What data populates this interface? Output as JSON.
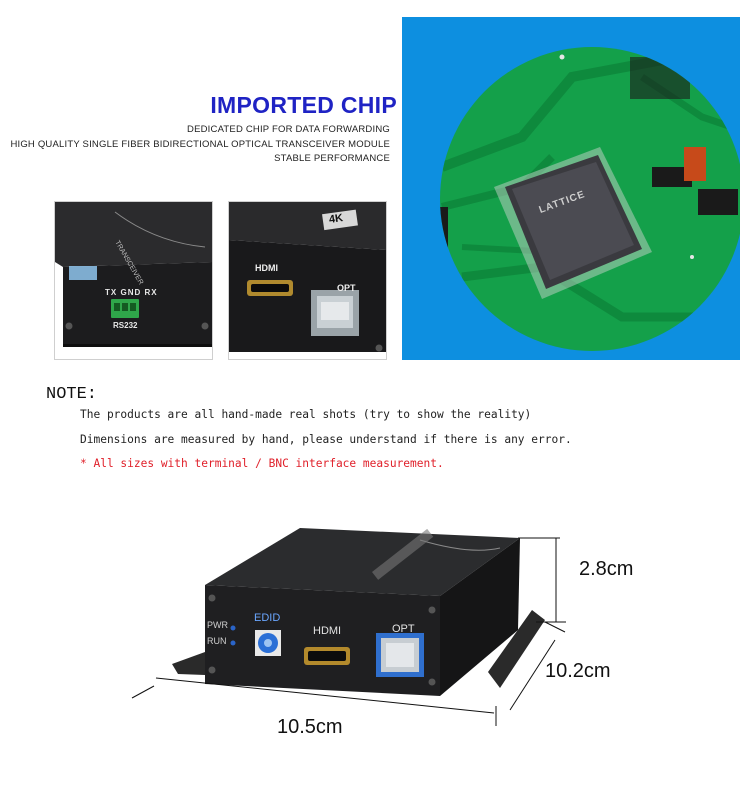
{
  "header": {
    "title": "IMPORTED CHIP",
    "lines": [
      "DEDICATED CHIP FOR DATA FORWARDING",
      "HIGH QUALITY SINGLE FIBER BIDIRECTIONAL OPTICAL TRANSCEIVER MODULE",
      "STABLE PERFORMANCE"
    ]
  },
  "photo_left": {
    "pins": [
      "TX",
      "GND",
      "RX"
    ],
    "port_label": "RS232"
  },
  "photo_mid": {
    "hdmi_label": "HDMI",
    "opt_label": "OPT",
    "badge": "4K"
  },
  "chip_photo": {
    "brand": "LATTICE"
  },
  "note": {
    "heading": "NOTE:",
    "lines": [
      "The products are all hand-made real shots (try to show the reality)",
      "Dimensions are measured by hand, please understand if there is any error."
    ],
    "warning": "* All sizes with terminal / BNC interface measurement."
  },
  "device": {
    "pwr": "PWR",
    "run": "RUN",
    "edid": "EDID",
    "hdmi": "HDMI",
    "opt": "OPT"
  },
  "dimensions": {
    "height": "2.8cm",
    "depth": "10.2cm",
    "width": "10.5cm"
  },
  "colors": {
    "title_blue": "#1f23c4",
    "warning_red": "#e0202a",
    "panel_blue": "#0d8fe0",
    "pcb_green": "#14a04a"
  }
}
